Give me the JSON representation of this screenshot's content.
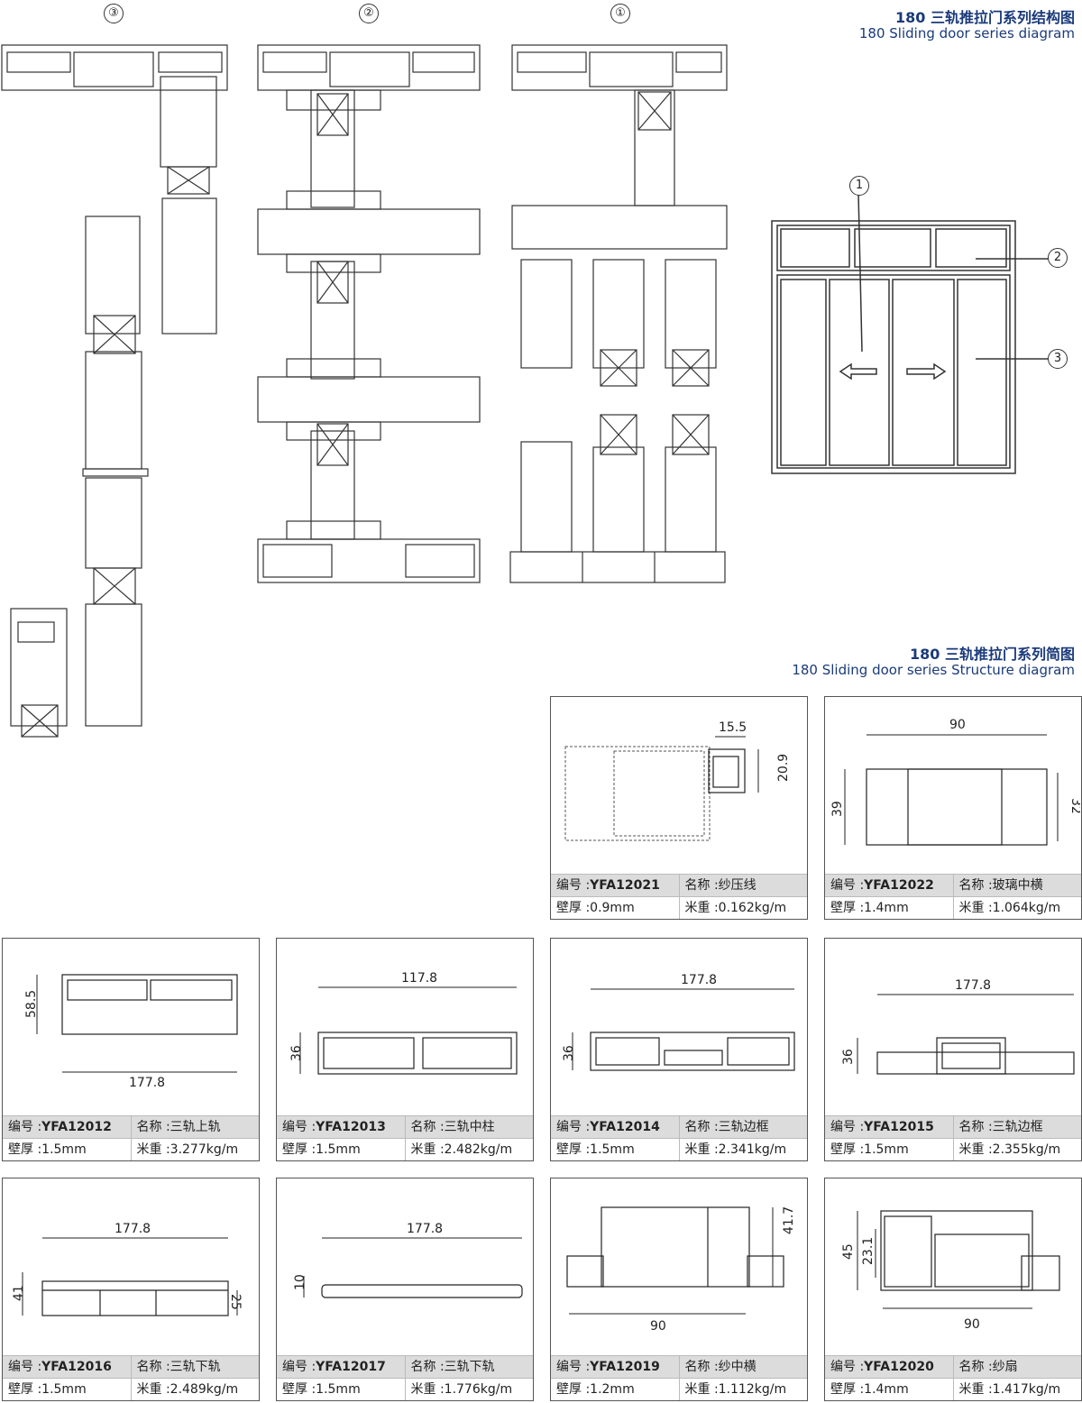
{
  "header": {
    "title_cn": "180 三轨推拉门系列结构图",
    "title_en": "180 Sliding door series diagram",
    "section_labels": [
      "③",
      "②",
      "①"
    ]
  },
  "elevation": {
    "callouts": [
      "1",
      "2",
      "3"
    ]
  },
  "structure_header": {
    "title_cn": "180 三轨推拉门系列简图",
    "title_en": "180 Sliding door series Structure diagram"
  },
  "labels": {
    "code": "编号 :",
    "name": "名称 :",
    "wall": "壁厚 :",
    "weight": "米重 :"
  },
  "profiles": [
    {
      "code": "YFA12021",
      "name": "纱压线",
      "wall": "0.9mm",
      "weight": "0.162kg/m",
      "dims": [
        "15.5",
        "20.9"
      ]
    },
    {
      "code": "YFA12022",
      "name": "玻璃中横",
      "wall": "1.4mm",
      "weight": "1.064kg/m",
      "dims": [
        "90",
        "39",
        "32"
      ]
    },
    {
      "code": "YFA12012",
      "name": "三轨上轨",
      "wall": "1.5mm",
      "weight": "3.277kg/m",
      "dims": [
        "58.5",
        "177.8"
      ]
    },
    {
      "code": "YFA12013",
      "name": "三轨中柱",
      "wall": "1.5mm",
      "weight": "2.482kg/m",
      "dims": [
        "117.8",
        "36"
      ]
    },
    {
      "code": "YFA12014",
      "name": "三轨边框",
      "wall": "1.5mm",
      "weight": "2.341kg/m",
      "dims": [
        "177.8",
        "36"
      ]
    },
    {
      "code": "YFA12015",
      "name": "三轨边框",
      "wall": "1.5mm",
      "weight": "2.355kg/m",
      "dims": [
        "177.8",
        "36"
      ]
    },
    {
      "code": "YFA12016",
      "name": "三轨下轨",
      "wall": "1.5mm",
      "weight": "2.489kg/m",
      "dims": [
        "177.8",
        "41",
        "25"
      ]
    },
    {
      "code": "YFA12017",
      "name": "三轨下轨",
      "wall": "1.5mm",
      "weight": "1.776kg/m",
      "dims": [
        "177.8",
        "10"
      ]
    },
    {
      "code": "YFA12019",
      "name": "纱中横",
      "wall": "1.2mm",
      "weight": "1.112kg/m",
      "dims": [
        "41.7",
        "90"
      ]
    },
    {
      "code": "YFA12020",
      "name": "纱扇",
      "wall": "1.4mm",
      "weight": "1.417kg/m",
      "dims": [
        "45",
        "23.1",
        "90"
      ]
    }
  ]
}
